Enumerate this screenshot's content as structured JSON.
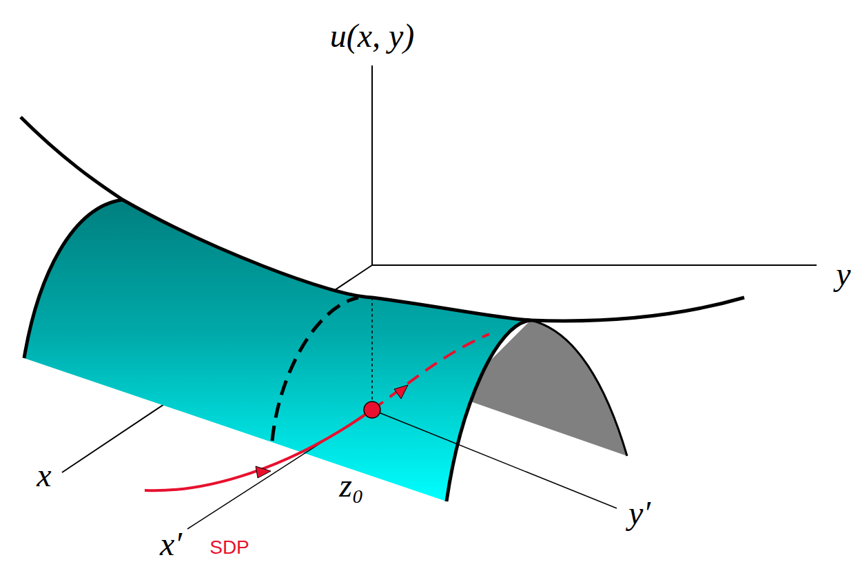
{
  "diagram": {
    "labels": [
      "u(x, y)",
      "y",
      "x",
      "z₀",
      "y′",
      "x′",
      "SDP"
    ]
  }
}
